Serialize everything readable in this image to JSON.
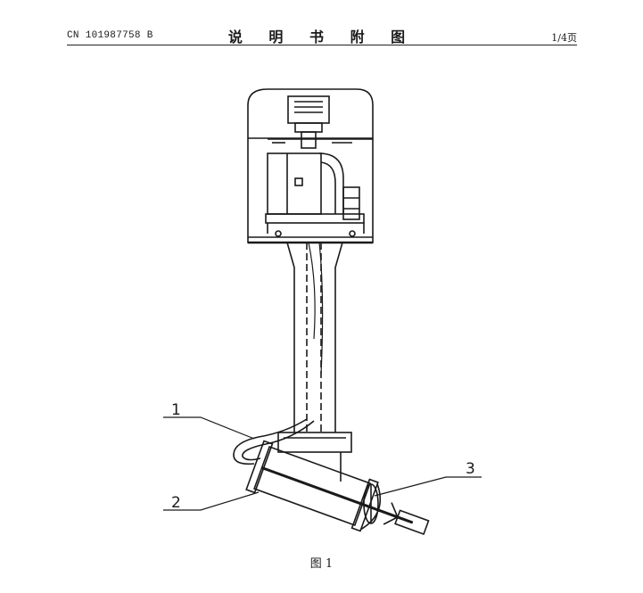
{
  "header": {
    "publication_number": "CN 101987758 B",
    "section_title": "说 明 书 附 图",
    "page_indicator": "1/4页"
  },
  "figure": {
    "caption": "图 1",
    "callouts": [
      "1",
      "2",
      "3"
    ]
  }
}
